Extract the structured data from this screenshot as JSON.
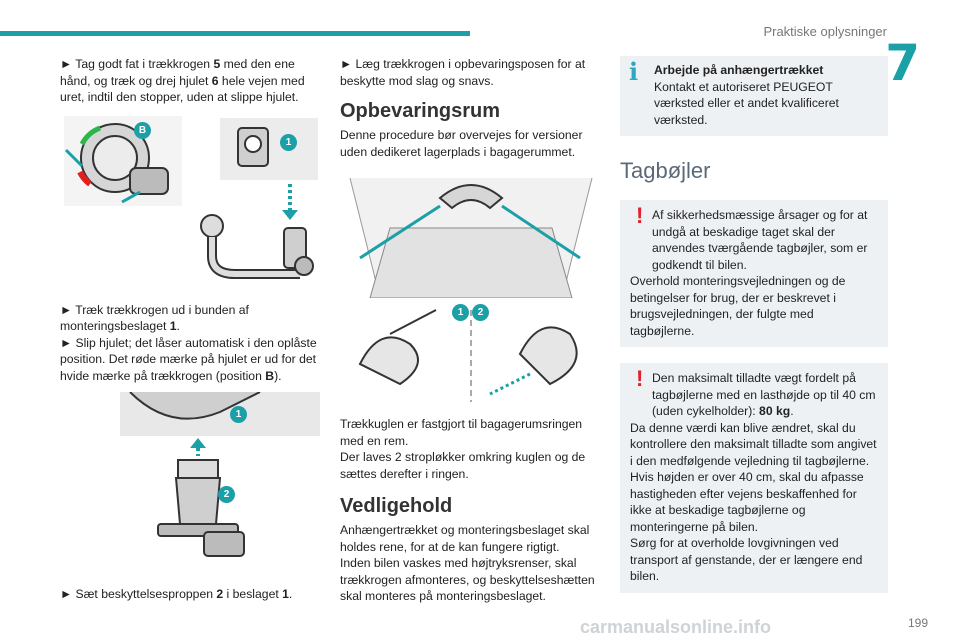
{
  "header": {
    "title": "Praktiske oplysninger",
    "chapter": "7",
    "accent_color": "#1aa0a6"
  },
  "col1": {
    "p1_arrow": "►",
    "p1_a": "Tag godt fat i trækkrogen ",
    "p1_b": "5",
    "p1_c": " med den ene hånd, og træk og drej hjulet ",
    "p1_d": "6",
    "p1_e": " hele vejen med uret, indtil den stopper, uden at slippe hjulet.",
    "fig1_badge_b": "B",
    "fig1_badge_1": "1",
    "p2_a": "Træk trækkrogen ud i bunden af monteringsbeslaget ",
    "p2_b": "1",
    "p2_c": ".",
    "p3_a": "Slip hjulet; det låser automatisk i den oplåste position. Det røde mærke på hjulet er ud for det hvide mærke på trækkrogen (position ",
    "p3_b": "B",
    "p3_c": ").",
    "fig2_badge_1": "1",
    "fig2_badge_2": "2",
    "p4_a": "Sæt beskyttelsesproppen ",
    "p4_b": "2",
    "p4_c": " i beslaget ",
    "p4_d": "1",
    "p4_e": "."
  },
  "col2": {
    "p1": "Læg trækkrogen i opbevaringsposen for at beskytte mod slag og snavs.",
    "h_storage": "Opbevaringsrum",
    "p_storage": "Denne procedure bør overvejes for versioner uden dedikeret lagerplads i bagagerummet.",
    "fig_badge_1": "1",
    "fig_badge_2": "2",
    "p_strap1": "Trækkuglen er fastgjort til bagagerumsringen med en rem.",
    "p_strap2": "Der laves 2 stropløkker omkring kuglen og de sættes derefter i ringen.",
    "h_maint": "Vedligehold",
    "p_maint1": "Anhængertrækket og monteringsbeslaget skal holdes rene, for at de kan fungere rigtigt.",
    "p_maint2": "Inden bilen vaskes med højtryksrenser, skal trækkrogen afmonteres, og beskyttelseshætten skal monteres på monteringsbeslaget."
  },
  "col3": {
    "info_icon": "i",
    "info_title": "Arbejde på anhængertrækket",
    "info_text": "Kontakt et autoriseret PEUGEOT værksted eller et andet kvalificeret værksted.",
    "h_roof": "Tagbøjler",
    "warn_icon": "!",
    "warn1_l1": "Af sikkerhedsmæssige årsager og for at undgå at beskadige taget skal der anvendes tværgående tagbøjler, som er godkendt til bilen.",
    "warn1_l2": "Overhold monteringsvejledningen og de betingelser for brug, der er beskrevet i brugsvejledningen, der fulgte med tagbøjlerne.",
    "warn2_a": "Den maksimalt tilladte vægt fordelt på tagbøjlerne med en lasthøjde op til 40 cm (uden cykelholder): ",
    "warn2_b": "80 kg",
    "warn2_c": ".",
    "warn2_l2": "Da denne værdi kan blive ændret, skal du kontrollere den maksimalt tilladte som angivet i den medfølgende vejledning til tagbøjlerne.",
    "warn2_l3": "Hvis højden er over 40 cm, skal du afpasse hastigheden efter vejens beskaffenhed for ikke at beskadige tagbøjlerne og monteringerne på bilen.",
    "warn2_l4": "Sørg for at overholde lovgivningen ved transport af genstande, der er længere end bilen."
  },
  "footer": {
    "page": "199",
    "watermark": "carmanualsonline.info"
  }
}
